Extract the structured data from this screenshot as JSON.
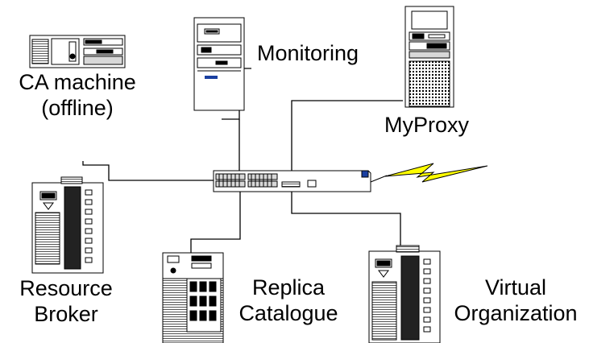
{
  "nodes": {
    "monitoring": {
      "label": "Monitoring"
    },
    "ca_machine": {
      "lines": [
        "CA machine",
        "(offline)"
      ]
    },
    "myproxy": {
      "label": "MyProxy"
    },
    "resource_broker": {
      "lines": [
        "Resource",
        "Broker"
      ]
    },
    "replica_catalogue": {
      "lines": [
        "Replica",
        "Catalogue"
      ]
    },
    "virtual_organization": {
      "lines": [
        "Virtual",
        "Organization"
      ]
    }
  },
  "colors": {
    "line": "#000000",
    "device_fill": "#ffffff",
    "device_stroke": "#000000",
    "port_fill": "#d8d8d8",
    "accent_blue": "#1a3fa0",
    "lightning_fill": "#ffff00",
    "lightning_stroke": "#000000"
  }
}
